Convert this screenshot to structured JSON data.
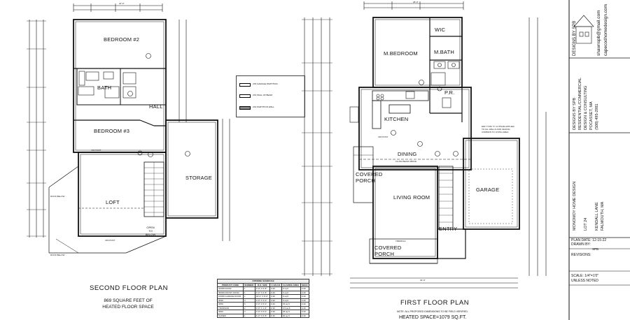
{
  "second_floor": {
    "title": "SECOND FLOOR PLAN",
    "subtitle_line1": "869 SQUARE FEET OF",
    "subtitle_line2": "HEATED FLOOR SPACE",
    "rooms": {
      "bedroom2": "BEDROOM #2",
      "bath": "BATH",
      "hall": "HALL",
      "bedroom3": "BEDROOM #3",
      "loft": "LOFT",
      "storage": "STORAGE",
      "open_below": "OPEN TO BELOW"
    }
  },
  "first_floor": {
    "title": "FIRST FLOOR PLAN",
    "note": "NOTE: ALL PROPOSED DIMENSIONS TO BE FIELD VERIFIED.",
    "heated": "HEATED SPACE=1079 SQ.FT.",
    "rooms": {
      "wic": "WIC",
      "mbedroom": "M.BEDROOM",
      "mbath": "M.BATH",
      "pr": "P.R.",
      "kitchen": "KITCHEN",
      "dining": "DINING",
      "living": "LIVING ROOM",
      "garage": "GARAGE",
      "entry": "ENTRY",
      "covered_porch_side": "COVERED PORCH",
      "covered_porch_front": "COVERED PORCH"
    }
  },
  "schedule": {
    "title": "OPENING SCHEDULE",
    "headers": [
      "PRODUCT CODE",
      "NUMBER",
      "R.O. SIZE",
      "U-VALUE",
      "GLAZING AREA",
      "SHGC"
    ],
    "rows": [
      [
        "32X80 DOOR",
        "1",
        "3'-0\" X 6'-8\"",
        "0.30",
        "0 sq ft",
        "0.40"
      ],
      [
        "36X80 FRONT DOOR",
        "1",
        "3'-0\" X 6'-8\"",
        "0.30",
        "4 sq ft",
        "0.40"
      ],
      [
        "16X80 GARAGE DOOR",
        "1",
        "16'-0\" X 8'-0\"",
        "0.30",
        "0 sq ft",
        "0.40"
      ],
      [
        "3030",
        "4",
        "3'-0\" X 3'-0\"",
        "0.30",
        "9 sq ft",
        "0.40"
      ],
      [
        "3050",
        "6",
        "3'-0\" X 5'-0\"",
        "0.30",
        "15 sq ft",
        "0.40"
      ],
      [
        "TRANSOM",
        "2",
        "3'-0\" X 1'-6\"",
        "0.30",
        "4.5 sq ft",
        "0.40"
      ],
      [
        "3060",
        "3",
        "3'-0\" X 6'-0\"",
        "0.30",
        "18 sq ft",
        "0.40"
      ],
      [
        "SLIDER",
        "1",
        "6'-0\" X 6'-8\"",
        "0.30",
        "40 sq ft",
        "0.40"
      ]
    ]
  },
  "legend": {
    "items": [
      "2X6 GARAGE PARTITION",
      "2X4 WALL W/ BEAM",
      "2X4 PARTITION WALL"
    ]
  },
  "title_block": {
    "brand_line1": "DESIGNS BY SPB",
    "email": "shawnspb@gmail.com",
    "web": "capecodhomedesign.com",
    "firm_lines": [
      "DESIGNS BY SPB",
      "RESIDENTIAL/COMMERCIAL",
      "DESIGN & CONSULTING",
      "POCASSET, MA",
      "(508) 495-2981"
    ],
    "project_lines": [
      "MONOMOY HOME DESIGN",
      "LOT 24",
      "KENDALL LANE",
      "FALMOUTH, MA"
    ],
    "plan_date": "PLAN DATE: 12-15-22",
    "drawn_by": "DRAWN BY:",
    "drawn_initials": "SPB",
    "revisions": "REVISIONS:",
    "scale": "SCALE: 1/4\"=1'0\"",
    "unless": "UNLESS NOTED"
  }
}
